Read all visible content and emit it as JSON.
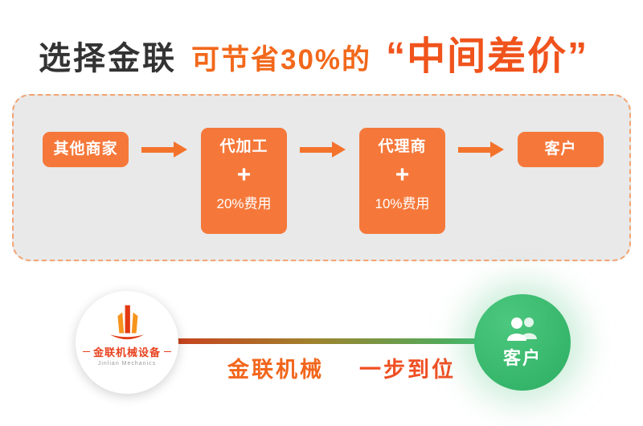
{
  "header": {
    "brand": "选择金联",
    "middle": "可节省30%的",
    "highlight": "“中间差价”"
  },
  "flow_panel": {
    "steps": [
      {
        "label": "其他商家"
      },
      {
        "label": "代加工",
        "plus": "+",
        "fee": "20%费用"
      },
      {
        "label": "代理商",
        "plus": "+",
        "fee": "10%费用"
      },
      {
        "label": "客户"
      }
    ]
  },
  "bottom": {
    "logo": {
      "title": "金联机械设备",
      "subtitle": "Jinlian Mechanics"
    },
    "brand_text": "金联机械",
    "slogan_text": "一步到位",
    "customer_label": "客户"
  },
  "colors": {
    "heading_dark": "#333333",
    "accent_orange": "#f4732c",
    "box_orange": "#f5783a",
    "highlight_orange": "#f0531c",
    "panel_bg": "#e9e9e9",
    "dashed_border": "#f3a271",
    "green": "#2cae62",
    "logo_red": "#e8431f"
  }
}
